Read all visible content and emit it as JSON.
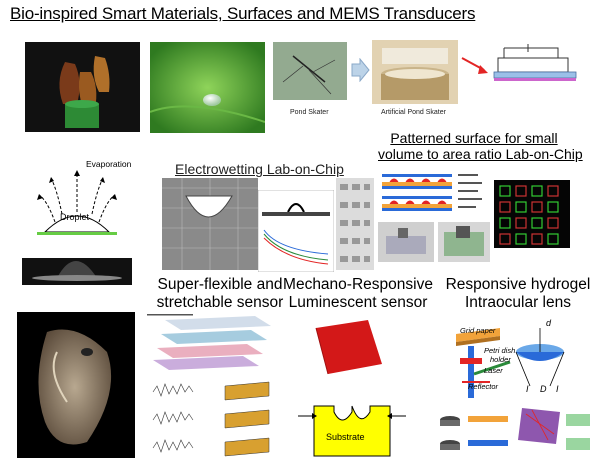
{
  "header": {
    "title": "Bio-inspired Smart Materials, Surfaces and MEMS Transducers"
  },
  "captions": {
    "pond_skater": "Pond Skater",
    "artificial_pond_skater": "Artificial Pond Skater"
  },
  "droplet_diagram": {
    "evaporation_label": "Evaporation",
    "droplet_label": "Droplet"
  },
  "sections": {
    "electrowetting": "Electrowetting Lab-on-Chip",
    "patterned_line1": "Patterned surface for small",
    "patterned_line2": "volume to area ratio Lab-on-Chip",
    "flexible_line1": "Super-flexible and",
    "flexible_line2": "stretchable sensor",
    "mechano_line1": "Mechano-Responsive",
    "mechano_line2": "Luminescent sensor",
    "hydrogel_line1": "Responsive hydrogel",
    "hydrogel_line2": "Intraocular lens"
  },
  "substrate": {
    "label": "Substrate"
  },
  "hydrogel_diagram": {
    "grid_paper": "Grid paper",
    "petri_dish": "Petri dish",
    "holder": "holder",
    "laser": "Laser",
    "reflector": "Reflector",
    "d": "d",
    "ic": "I",
    "D": "D",
    "io": "I"
  },
  "colors": {
    "pink": "#e0209a",
    "blue": "#2a6ad8",
    "red": "#e32525",
    "yellow": "#ffff00",
    "green": "#33cc33"
  }
}
